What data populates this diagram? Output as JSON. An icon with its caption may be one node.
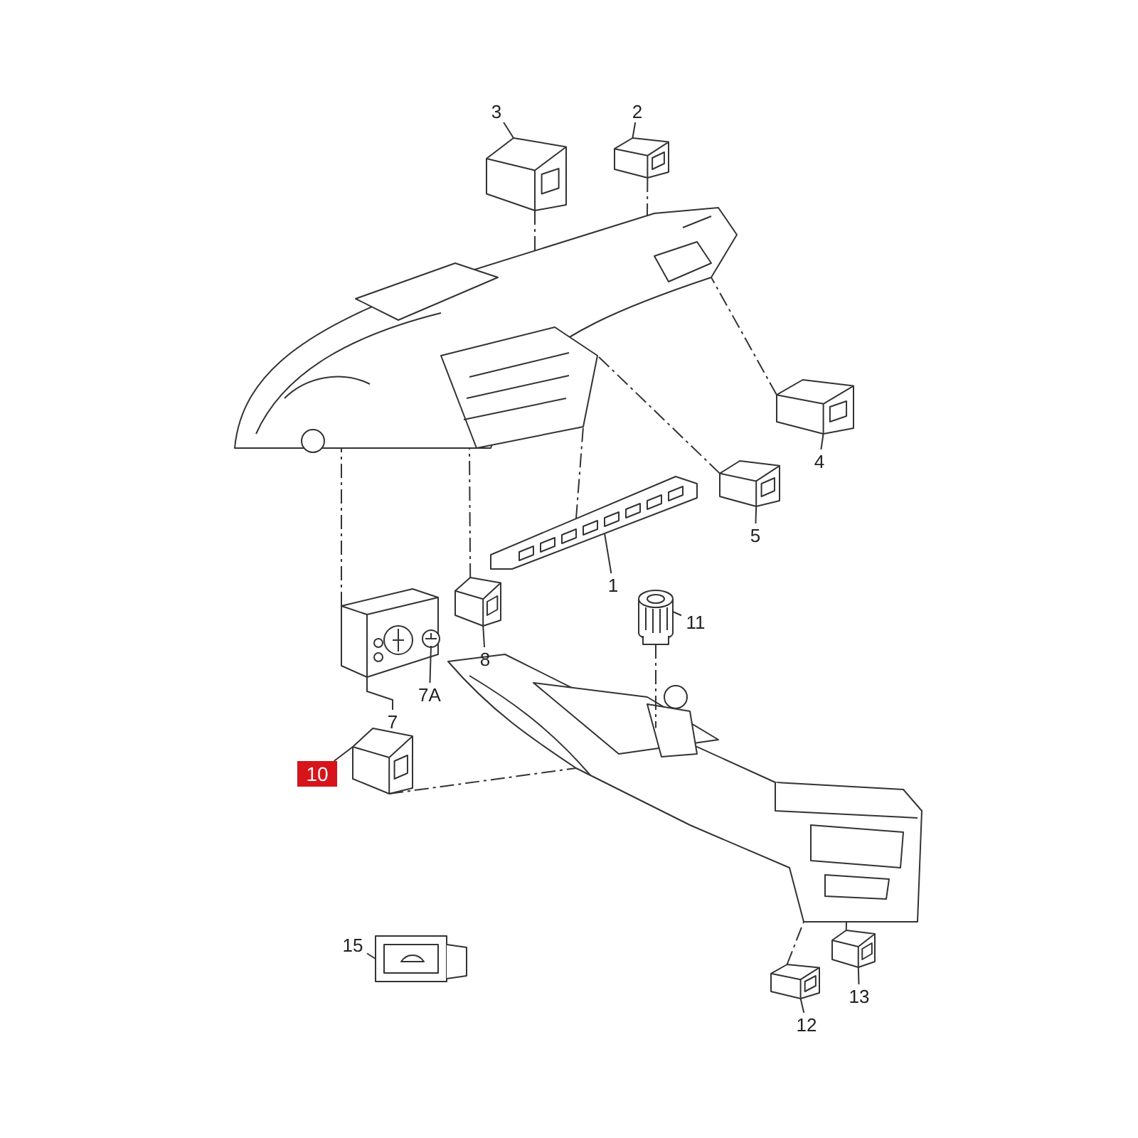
{
  "diagram": {
    "nodes": [
      {
        "text": [
          "3"
        ]
      },
      {
        "text": [],
        "shape": "picture"
      },
      {
        "text": [
          "2"
        ]
      },
      {
        "text": [],
        "shape": "picture"
      },
      {
        "text": [],
        "shape": "picture"
      },
      {
        "text": [],
        "shape": "picture"
      },
      {
        "text": [
          "4"
        ]
      },
      {
        "text": [],
        "shape": "picture"
      },
      {
        "text": [
          "5"
        ]
      },
      {
        "text": [],
        "shape": "picture"
      },
      {
        "text": [
          "1"
        ]
      },
      {
        "text": [],
        "shape": "picture"
      },
      {
        "text": [
          "11"
        ]
      },
      {
        "text": [],
        "shape": "picture"
      },
      {
        "text": [
          "8"
        ]
      },
      {
        "text": [],
        "shape": "picture"
      },
      {
        "text": [],
        "shape": "picture",
        "in": 15
      },
      {
        "text": [
          "7A"
        ]
      },
      {
        "text": [
          "7"
        ]
      },
      {
        "text": [],
        "shape": "picture"
      },
      {
        "text": [
          "10"
        ]
      },
      {
        "text": [],
        "shape": "picture"
      },
      {
        "text": [],
        "shape": "picture"
      },
      {
        "text": [
          "15"
        ]
      },
      {
        "text": [],
        "shape": "picture"
      },
      {
        "text": [
          "13"
        ]
      },
      {
        "text": [],
        "shape": "picture"
      },
      {
        "text": [
          "12"
        ]
      }
    ],
    "edges": [
      {
        "from": 0,
        "to": 1,
        "arrow": "none"
      },
      {
        "from": 2,
        "to": 3,
        "arrow": "none"
      },
      {
        "from": 6,
        "to": 5,
        "arrow": "none"
      },
      {
        "from": 8,
        "to": 7,
        "arrow": "none"
      },
      {
        "from": 10,
        "to": 9,
        "arrow": "none"
      },
      {
        "from": 12,
        "to": 11,
        "arrow": "none"
      },
      {
        "from": 14,
        "to": 13,
        "arrow": "none"
      },
      {
        "from": 17,
        "to": 16,
        "arrow": "none"
      },
      {
        "from": 18,
        "to": 15,
        "arrow": "none"
      },
      {
        "from": 20,
        "to": 21,
        "arrow": "none"
      },
      {
        "from": 23,
        "to": 22,
        "arrow": "none"
      },
      {
        "from": 25,
        "to": 24,
        "arrow": "none"
      },
      {
        "from": 27,
        "to": 26,
        "arrow": "none"
      },
      {
        "from": 1,
        "to": 4,
        "arrow": "none",
        "style": "dashed"
      },
      {
        "from": 3,
        "to": 4,
        "arrow": "none",
        "style": "dashed"
      },
      {
        "from": 5,
        "to": 4,
        "arrow": "none",
        "style": "dashed"
      },
      {
        "from": 7,
        "to": 4,
        "arrow": "none",
        "style": "dashed"
      },
      {
        "from": 9,
        "to": 4,
        "arrow": "none",
        "style": "dashed"
      },
      {
        "from": 15,
        "to": 4,
        "arrow": "none",
        "style": "dashed"
      },
      {
        "from": 11,
        "to": 19,
        "arrow": "none",
        "style": "dashed"
      },
      {
        "from": 13,
        "to": 4,
        "arrow": "none",
        "style": "dashed"
      },
      {
        "from": 21,
        "to": 19,
        "arrow": "none",
        "style": "dashed"
      },
      {
        "from": 24,
        "to": 19,
        "arrow": "none",
        "style": "dashed"
      },
      {
        "from": 26,
        "to": 19,
        "arrow": "none",
        "style": "dashed"
      }
    ]
  }
}
